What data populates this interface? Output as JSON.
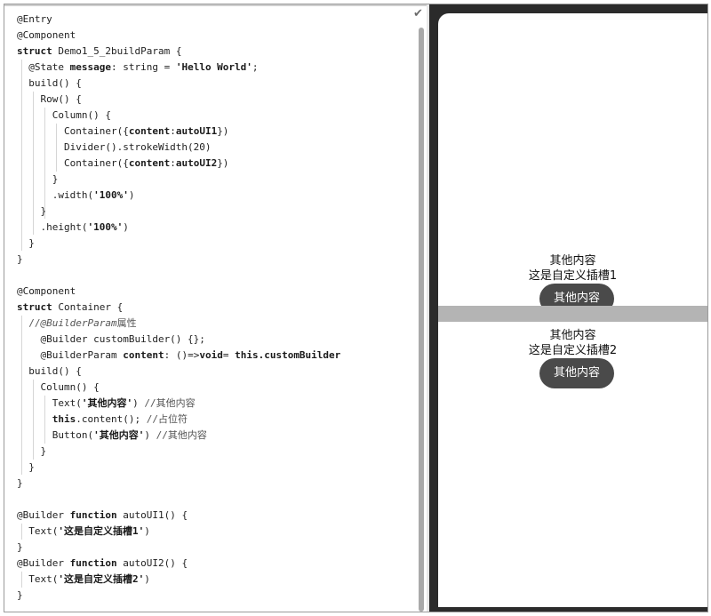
{
  "editor": {
    "lines": [
      [
        {
          "t": "@Entry",
          "c": ""
        }
      ],
      [
        {
          "t": "@Component",
          "c": ""
        }
      ],
      [
        {
          "t": "struct",
          "c": "kw"
        },
        {
          "t": " Demo1_5_2buildParam {",
          "c": ""
        }
      ],
      [
        {
          "t": "  @State",
          "c": ""
        },
        {
          "t": " message",
          "c": "kw"
        },
        {
          "t": ": string = ",
          "c": ""
        },
        {
          "t": "'Hello World'",
          "c": "str"
        },
        {
          "t": ";",
          "c": ""
        }
      ],
      [
        {
          "t": "  build() {",
          "c": ""
        }
      ],
      [
        {
          "t": "    Row() {",
          "c": ""
        }
      ],
      [
        {
          "t": "      Column() {",
          "c": ""
        }
      ],
      [
        {
          "t": "        Container({",
          "c": ""
        },
        {
          "t": "content",
          "c": "kw"
        },
        {
          "t": ":",
          "c": ""
        },
        {
          "t": "autoUI1",
          "c": "kw"
        },
        {
          "t": "})",
          "c": ""
        }
      ],
      [
        {
          "t": "        Divider().strokeWidth(20)",
          "c": ""
        }
      ],
      [
        {
          "t": "        Container({",
          "c": ""
        },
        {
          "t": "content",
          "c": "kw"
        },
        {
          "t": ":",
          "c": ""
        },
        {
          "t": "autoUI2",
          "c": "kw"
        },
        {
          "t": "})",
          "c": ""
        }
      ],
      [
        {
          "t": "      }",
          "c": ""
        }
      ],
      [
        {
          "t": "      .width(",
          "c": ""
        },
        {
          "t": "'100%'",
          "c": "str"
        },
        {
          "t": ")",
          "c": ""
        }
      ],
      [
        {
          "t": "    }",
          "c": ""
        }
      ],
      [
        {
          "t": "    .height(",
          "c": ""
        },
        {
          "t": "'100%'",
          "c": "str"
        },
        {
          "t": ")",
          "c": ""
        }
      ],
      [
        {
          "t": "  }",
          "c": ""
        }
      ],
      [
        {
          "t": "}",
          "c": ""
        }
      ],
      [
        {
          "t": "",
          "c": ""
        }
      ],
      [
        {
          "t": "@Component",
          "c": ""
        }
      ],
      [
        {
          "t": "struct",
          "c": "kw"
        },
        {
          "t": " Container {",
          "c": ""
        }
      ],
      [
        {
          "t": "  //",
          "c": "cmt"
        },
        {
          "t": "@BuilderParam",
          "c": "cmt-ital"
        },
        {
          "t": "属性",
          "c": "cmt"
        }
      ],
      [
        {
          "t": "    @Builder customBuilder() {};",
          "c": ""
        }
      ],
      [
        {
          "t": "    @BuilderParam",
          "c": ""
        },
        {
          "t": " content",
          "c": "kw"
        },
        {
          "t": ": ()=>",
          "c": ""
        },
        {
          "t": "void",
          "c": "kw"
        },
        {
          "t": "= ",
          "c": ""
        },
        {
          "t": "this",
          "c": "kw"
        },
        {
          "t": ".customBuilder",
          "c": "kw"
        }
      ],
      [
        {
          "t": "  build() {",
          "c": ""
        }
      ],
      [
        {
          "t": "    Column() {",
          "c": ""
        }
      ],
      [
        {
          "t": "      Text(",
          "c": ""
        },
        {
          "t": "'其他内容'",
          "c": "str"
        },
        {
          "t": ") ",
          "c": ""
        },
        {
          "t": "//其他内容",
          "c": "cmt"
        }
      ],
      [
        {
          "t": "      ",
          "c": ""
        },
        {
          "t": "this",
          "c": "kw"
        },
        {
          "t": ".content(); ",
          "c": ""
        },
        {
          "t": "//占位符",
          "c": "cmt"
        }
      ],
      [
        {
          "t": "      Button(",
          "c": ""
        },
        {
          "t": "'其他内容'",
          "c": "str"
        },
        {
          "t": ") ",
          "c": ""
        },
        {
          "t": "//其他内容",
          "c": "cmt"
        }
      ],
      [
        {
          "t": "    }",
          "c": ""
        }
      ],
      [
        {
          "t": "  }",
          "c": ""
        }
      ],
      [
        {
          "t": "}",
          "c": ""
        }
      ],
      [
        {
          "t": "",
          "c": ""
        }
      ],
      [
        {
          "t": "@Builder",
          "c": ""
        },
        {
          "t": " function",
          "c": "kw"
        },
        {
          "t": " autoUI1() {",
          "c": ""
        }
      ],
      [
        {
          "t": "  Text(",
          "c": ""
        },
        {
          "t": "'这是自定义插槽1'",
          "c": "str"
        },
        {
          "t": ")",
          "c": ""
        }
      ],
      [
        {
          "t": "}",
          "c": ""
        }
      ],
      [
        {
          "t": "@Builder",
          "c": ""
        },
        {
          "t": " function",
          "c": "kw"
        },
        {
          "t": " autoUI2() {",
          "c": ""
        }
      ],
      [
        {
          "t": "  Text(",
          "c": ""
        },
        {
          "t": "'这是自定义插槽2'",
          "c": "str"
        },
        {
          "t": ")",
          "c": ""
        }
      ],
      [
        {
          "t": "}",
          "c": ""
        }
      ]
    ],
    "status_icon": "check-icon"
  },
  "preview": {
    "slot1": {
      "text_top": "其他内容",
      "slot_text": "这是自定义插槽1",
      "button_label": "其他内容"
    },
    "slot2": {
      "text_top": "其他内容",
      "slot_text": "这是自定义插槽2",
      "button_label": "其他内容"
    }
  }
}
